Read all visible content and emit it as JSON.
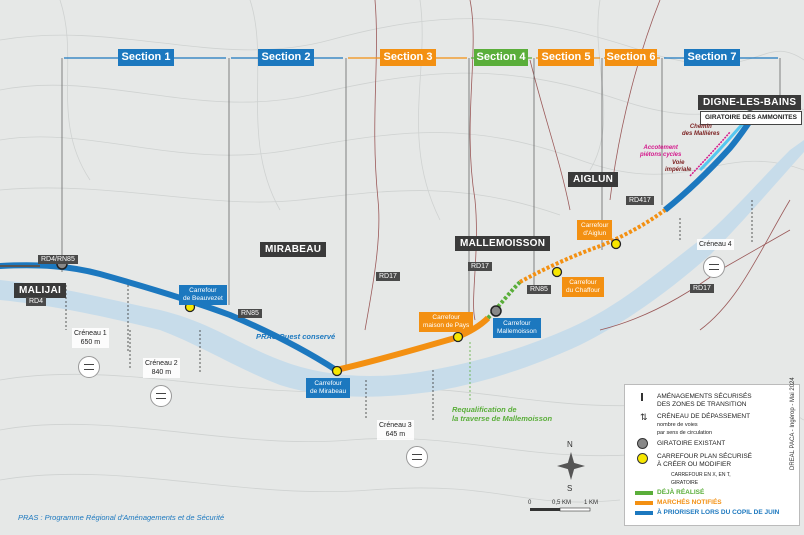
{
  "sections": [
    {
      "label": "Section 1",
      "color": "#1c78bf"
    },
    {
      "label": "Section 2",
      "color": "#1c78bf"
    },
    {
      "label": "Section 3",
      "color": "#f39012"
    },
    {
      "label": "Section 4",
      "color": "#5aae3a"
    },
    {
      "label": "Section 5",
      "color": "#f39012"
    },
    {
      "label": "Section 6",
      "color": "#f39012"
    },
    {
      "label": "Section 7",
      "color": "#1c78bf"
    }
  ],
  "places": {
    "digne": "DIGNE-LES-BAINS",
    "aiglun": "AIGLUN",
    "mirabeau": "MIRABEAU",
    "mallemoisson": "MALLEMOISSON",
    "malijai": "MALIJAI"
  },
  "roads": {
    "rd4_rn85": "RD4/RN85",
    "rd4": "RD4",
    "rn85_a": "RN85",
    "rd17_a": "RD17",
    "rd17_b": "RD17",
    "rn85_b": "RN85",
    "rd417": "RD417",
    "rd17_c": "RD17"
  },
  "callouts": {
    "beauvezet": "Carrefour\nde Beauvezet",
    "mirabeau": "Carrefour\nde Mirabeau",
    "maison_pays": "Carrefour\nmaison de Pays",
    "mallemoisson": "Carrefour\nMallemoisson",
    "chaffour": "Carrefour\ndu Chaffour",
    "aiglun": "Carrefour\nd'Aiglun",
    "giratoire_ammonites": "GIRATOIRE DES AMMONITES"
  },
  "creneaux": {
    "c1": "Créneau 1\n650 m",
    "c2": "Créneau 2\n840 m",
    "c3": "Créneau 3\n645 m",
    "c4": "Créneau 4"
  },
  "notes": {
    "pras_ouest": "PRAS Ouest conservé",
    "requalif": "Requalification de\nla traverse de Mallemoisson",
    "chemin": "Chemin\ndes Mallières",
    "accotement": "Accotement\npiétons cycles",
    "voie": "Voie\nimpériale",
    "footnote": "PRAS : Programme Régional d'Aménagements et de Sécurité",
    "credit": "DREAL PACA - Ingérop - Mai 2024"
  },
  "legend": {
    "amenagements": "AMÉNAGEMENTS SÉCURISÉS\nDES ZONES DE TRANSITION",
    "creneau": "CRÉNEAU DE DÉPASSEMENT",
    "creneau_sub": "nombre de voies\npar sens de circulation",
    "giratoire": "GIRATOIRE EXISTANT",
    "carrefour": "CARREFOUR PLAN SÉCURISÉ\nÀ CRÉER OU MODIFIER",
    "carrefour_sub": "CARREFOUR EN X, EN T,\nGIRATOIRE",
    "deja": "DÉJÀ RÉALISÉ",
    "marches": "MARCHÉS NOTIFIÉS",
    "prioriser": "À PRIORISER LORS DU COPIL DE JUIN"
  },
  "scale": {
    "zero": "0",
    "half": "0,5 KM",
    "one": "1 KM"
  },
  "compass": {
    "n": "N",
    "s": "S"
  },
  "colors": {
    "blue": "#1c78bf",
    "orange": "#f39012",
    "green": "#5aae3a",
    "magenta": "#d4198c",
    "river": "#c7dcea"
  }
}
